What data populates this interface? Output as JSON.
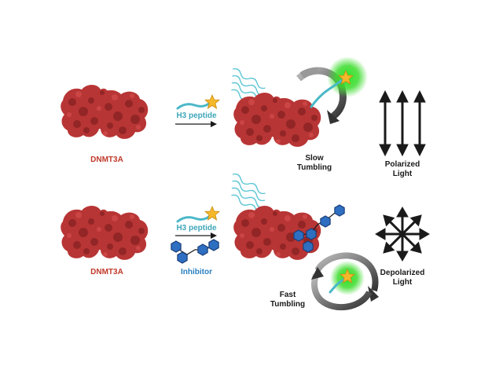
{
  "top_panel": {
    "protein_label": "DNMT3A",
    "peptide_label": "H3 peptide",
    "tumbling_line1": "Slow",
    "tumbling_line2": "Tumbling",
    "light_line1": "Polarized",
    "light_line2": "Light"
  },
  "bottom_panel": {
    "protein_label": "DNMT3A",
    "peptide_label": "H3 peptide",
    "inhibitor_label": "Inhibitor",
    "tumbling_line1": "Fast",
    "tumbling_line2": "Tumbling",
    "light_line1": "Depolarized",
    "light_line2": "Light"
  },
  "colors": {
    "protein": "#b83535",
    "protein_dark": "#8e2424",
    "peptide": "#4ab8c8",
    "star": "#f5b82a",
    "glow": "#3ddc2e",
    "inhibitor": "#2f6fc2",
    "arrow": "#1a1a1a",
    "rotation": "#555555"
  }
}
